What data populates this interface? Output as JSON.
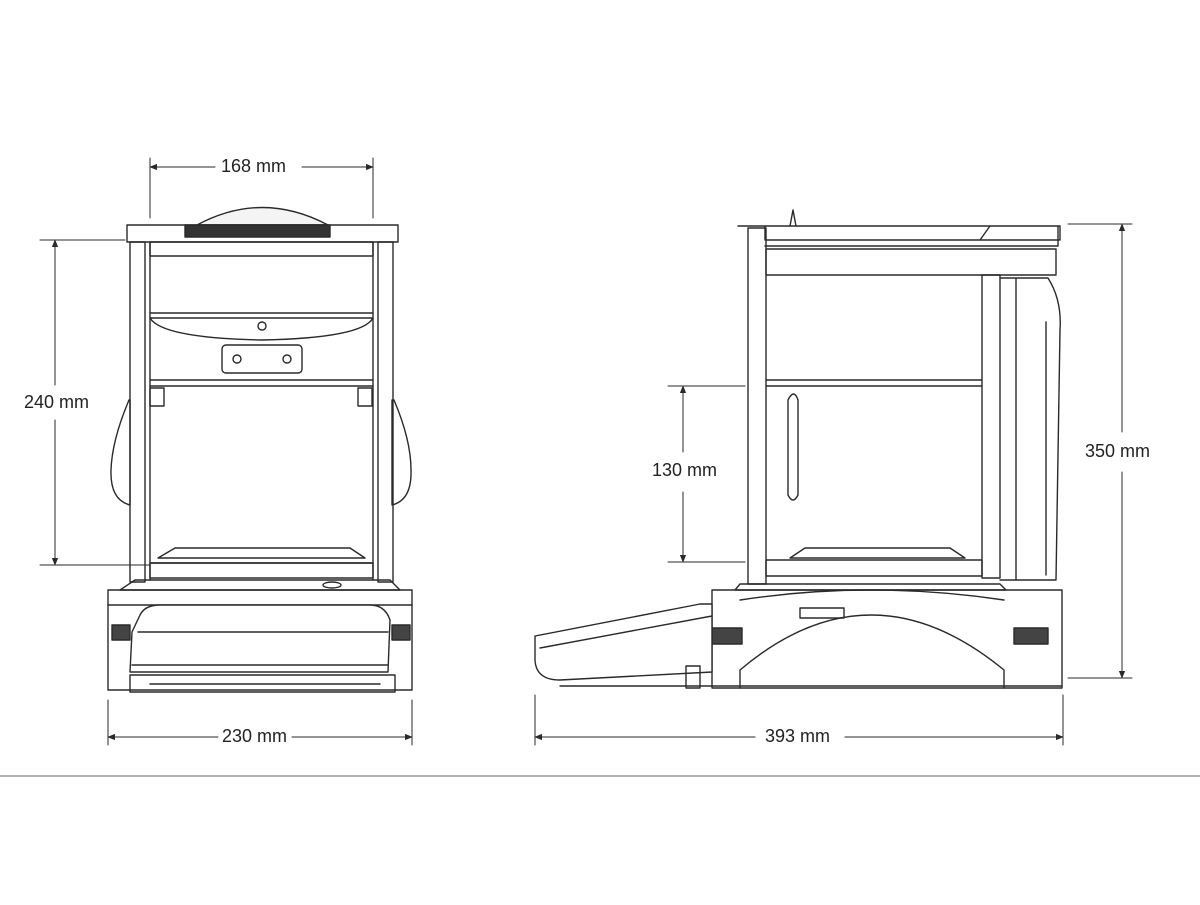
{
  "dimensions": {
    "front_top_width": "168 mm",
    "front_height": "240 mm",
    "front_base_width": "230 mm",
    "side_inner_height": "130 mm",
    "side_total_height": "350 mm",
    "side_total_depth": "393 mm"
  },
  "colors": {
    "line": "#2a2a2a",
    "fill": "#ffffff",
    "shade": "#e6e6e6"
  }
}
